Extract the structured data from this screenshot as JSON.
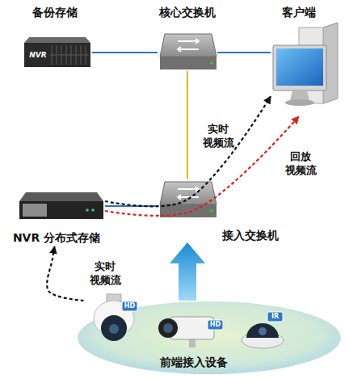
{
  "diagram": {
    "nodes": [
      {
        "text": [
          "备份存储"
        ]
      },
      {
        "text": [
          "核心交换机"
        ]
      },
      {
        "text": [
          "客户端"
        ]
      },
      {
        "text": [
          "NVR 分布式存储"
        ]
      },
      {
        "text": [
          "接入交换机"
        ]
      },
      {
        "text": [
          "前端接入设备"
        ]
      }
    ],
    "edges": [
      {
        "from": 0,
        "to": 1,
        "arrow": "none"
      },
      {
        "from": 1,
        "to": 2,
        "arrow": "none"
      },
      {
        "from": 1,
        "to": 4,
        "arrow": "none"
      },
      {
        "from": 3,
        "to": 4,
        "arrow": "none"
      },
      {
        "from": 3,
        "to": 2,
        "arrow": "to",
        "label": "实时 视频流"
      },
      {
        "from": 3,
        "to": 2,
        "arrow": "to",
        "label": "回放 视频流"
      },
      {
        "from": 5,
        "to": 3,
        "arrow": "to",
        "label": "实时 视频流"
      },
      {
        "from": 5,
        "to": 4,
        "arrow": "to"
      }
    ],
    "labels": [
      "NVR",
      "HD",
      "HD",
      "IR"
    ]
  }
}
